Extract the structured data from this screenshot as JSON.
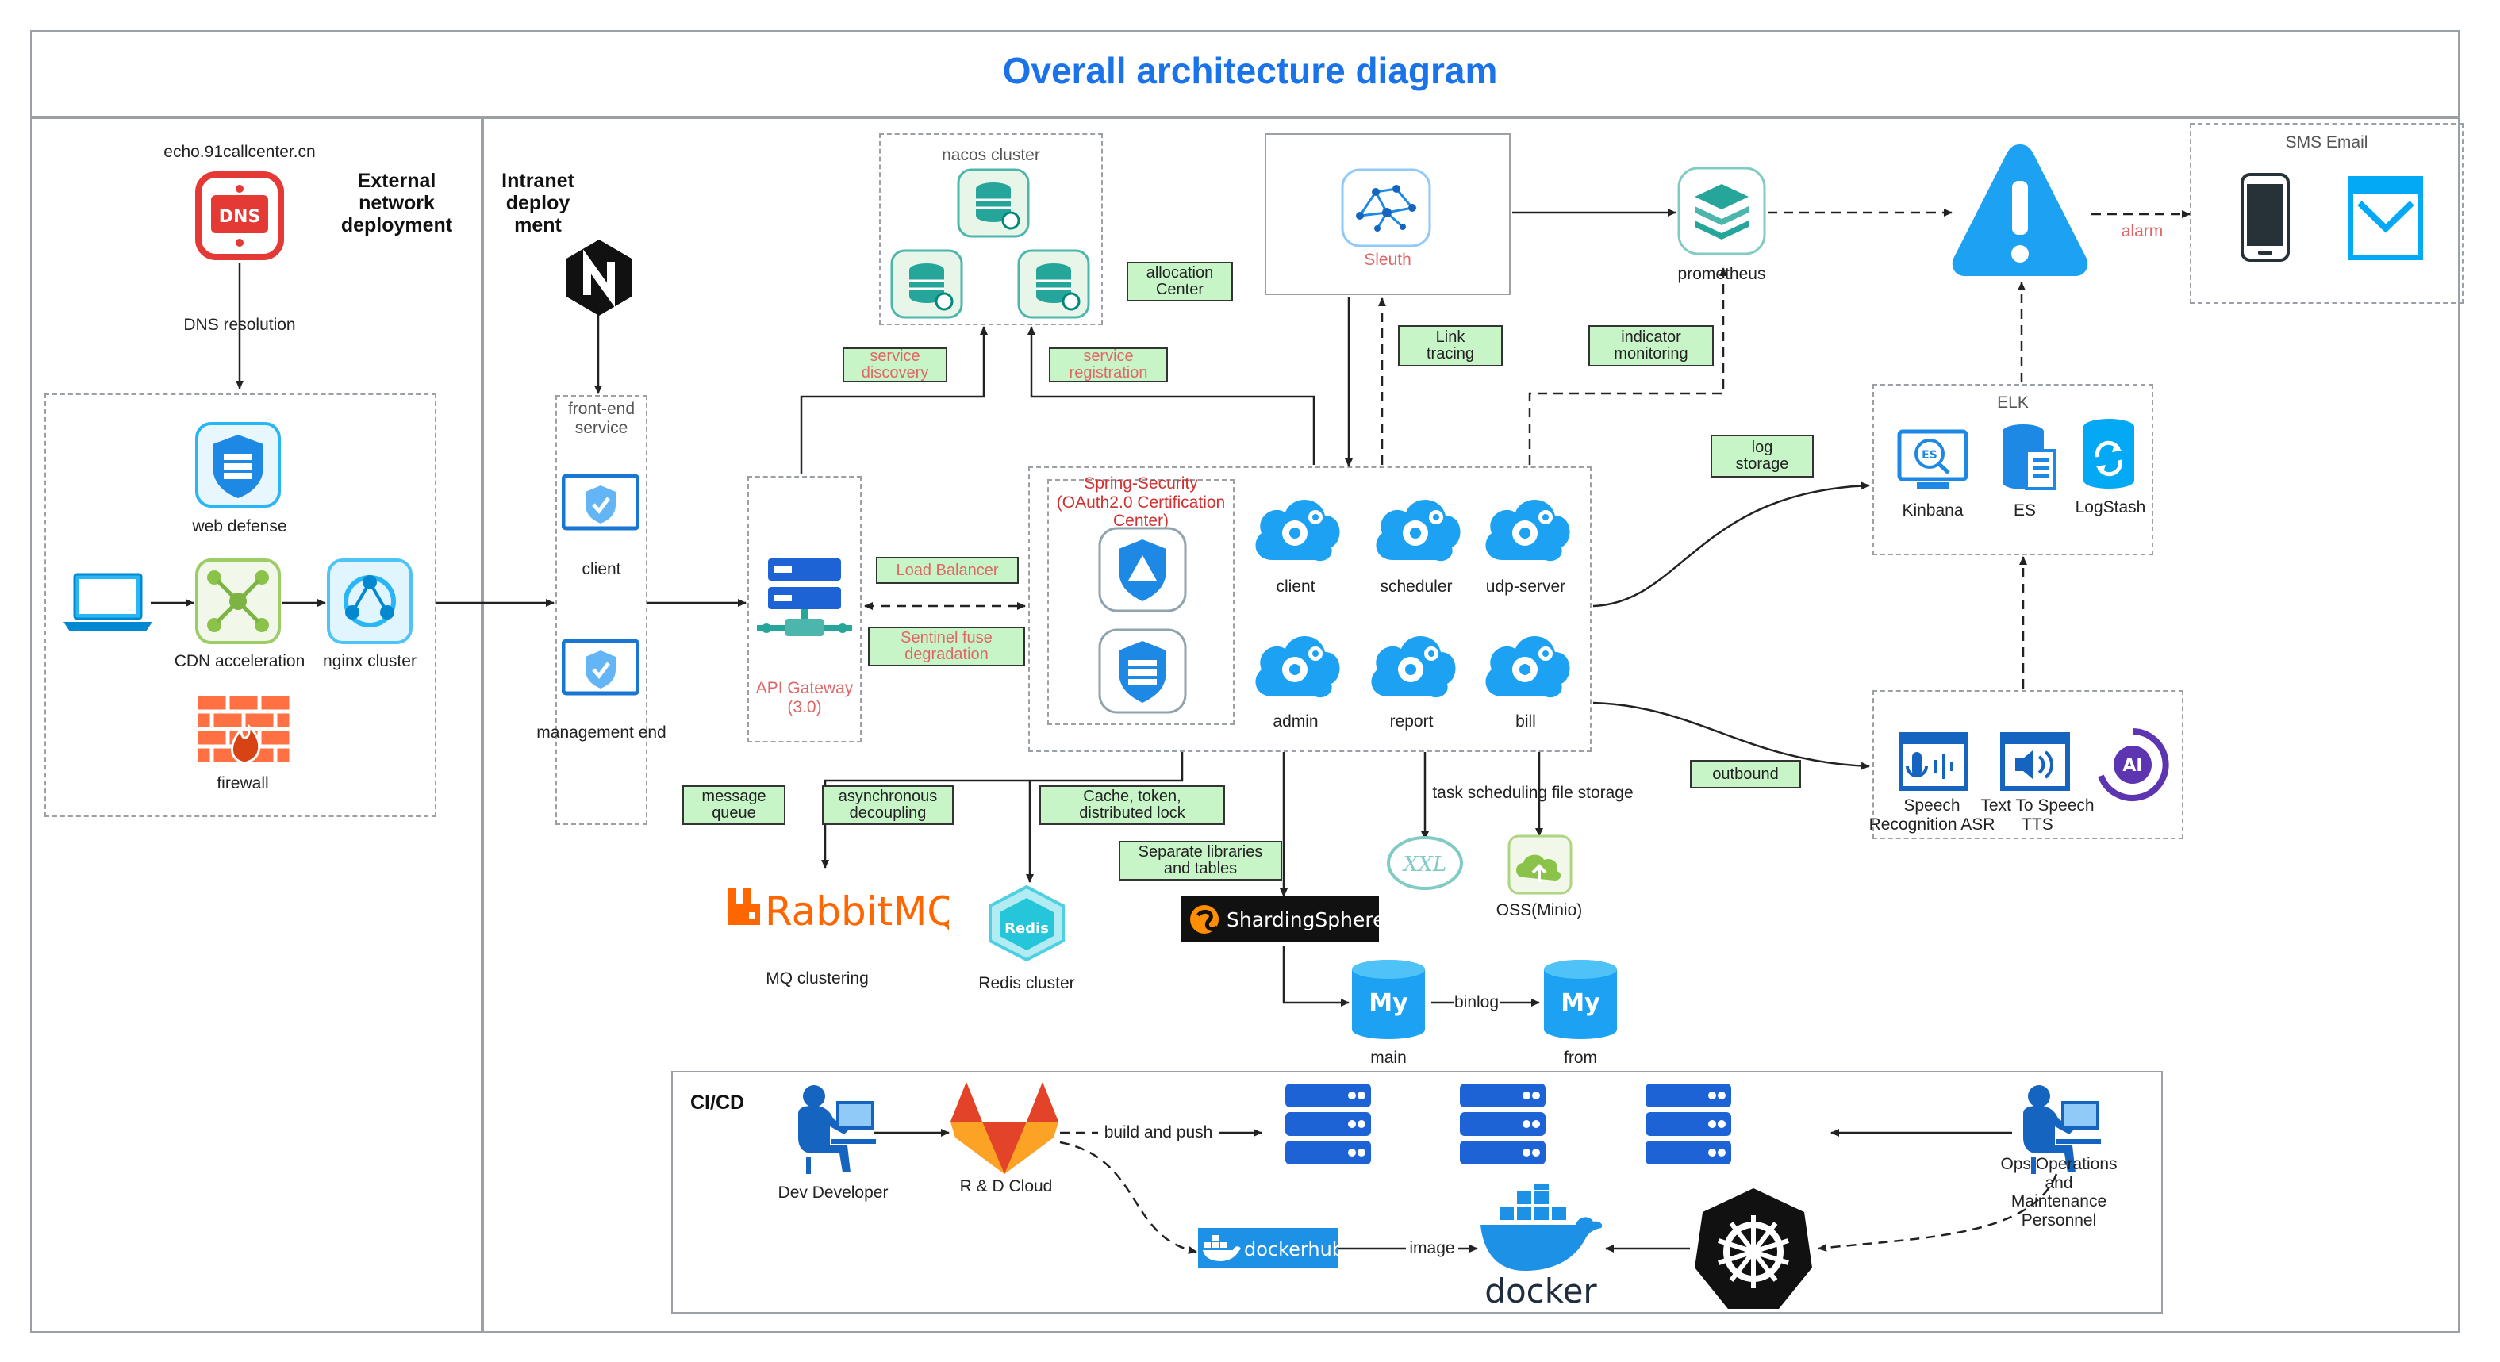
{
  "title": "Overall architecture diagram",
  "sections": {
    "external": "External\nnetwork\ndeployment",
    "intranet": "Intranet\ndeploy\nment",
    "cicd": "CI/CD"
  },
  "external": {
    "domain": "echo.91callcenter.cn",
    "dns_icon_text": "DNS",
    "dns_resolution": "DNS resolution",
    "web_defense": "web defense",
    "cdn": "CDN acceleration",
    "nginx_cluster": "nginx cluster",
    "firewall": "firewall"
  },
  "frontend": {
    "title": "front-end\nservice",
    "client": "client",
    "management": "management end"
  },
  "nacos": {
    "title": "nacos cluster"
  },
  "tags": {
    "allocation": "allocation\nCenter",
    "service_discovery": "service\ndiscovery",
    "service_registration": "service\nregistration",
    "load_balancer": "Load Balancer",
    "sentinel": "Sentinel fuse\ndegradation",
    "link_tracing": "Link\ntracing",
    "indicator": "indicator\nmonitoring",
    "log_storage": "log\nstorage",
    "outbound": "outbound",
    "message_queue": "message\nqueue",
    "async": "asynchronous\ndecoupling",
    "cache": "Cache, token,\ndistributed lock",
    "separate": "Separate libraries\nand tables"
  },
  "gateway": {
    "label": "API Gateway\n(3.0)"
  },
  "security": {
    "label": "Spring-Security\n(OAuth2.0 Certification\nCenter)"
  },
  "services": [
    "client",
    "scheduler",
    "udp-server",
    "admin",
    "report",
    "bill"
  ],
  "sleuth": "Sleuth",
  "prometheus": "prometheus",
  "alarm": "alarm",
  "sms": {
    "title": "SMS Email"
  },
  "elk": {
    "title": "ELK",
    "kibana": "Kinbana",
    "es": "ES",
    "es_badge": "ES",
    "logstash": "LogStash"
  },
  "speech": {
    "asr": "Speech\nRecognition ASR",
    "tts": "Text To Speech\nTTS",
    "ai_badge": "AI"
  },
  "bottom": {
    "task_file": "task scheduling file storage",
    "xxl": "XXL",
    "oss": "OSS(Minio)",
    "rabbit": "RabbitMQ",
    "mq": "MQ clustering",
    "redis_badge": "Redis",
    "redis": "Redis cluster",
    "sharding": "ShardingSphere",
    "my": "My",
    "main": "main",
    "from": "from",
    "binlog": "binlog"
  },
  "cicd": {
    "dev": "Dev Developer",
    "rd": "R & D Cloud",
    "build": "build and push",
    "image": "image",
    "dockerhub": "dockerhub",
    "docker": "docker",
    "ops": "Ops Operations\nand\nMaintenance\nPersonnel"
  },
  "colors": {
    "accent": "#1a73e8",
    "cloud": "#1da1f2",
    "green_tag": "#c8f5c8",
    "red_text": "#e06666",
    "dark": "#1f2d3d"
  }
}
